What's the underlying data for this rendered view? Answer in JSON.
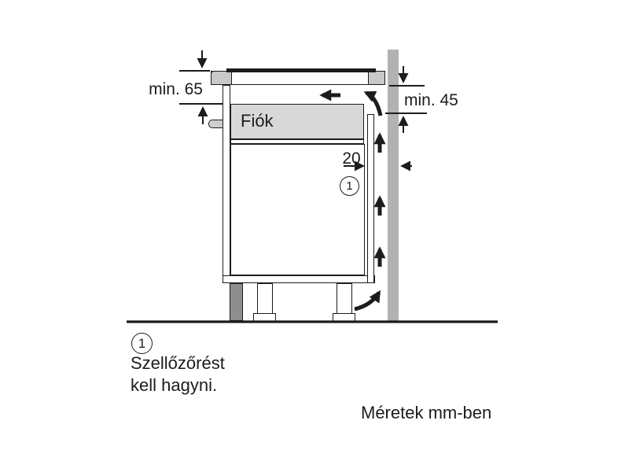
{
  "figure": {
    "kind": "hob-installation-clearance-diagram",
    "drawer_label": "Fiók",
    "dimensions": {
      "top_left": "min. 65",
      "right": "min. 45",
      "rear_gap": "20"
    },
    "callout": {
      "number": "1"
    },
    "footnote": {
      "number": "1",
      "line1": "Szellőzőrést",
      "line2": "kell hagyni."
    },
    "caption": "Méretek mm-ben",
    "colors": {
      "line": "#1c1c1c",
      "wall_fill": "#b2b2b2",
      "worktop_edge_fill": "#c9c9c9",
      "drawer_fill": "#d8d8d8",
      "plinth_fill": "#8e8e8e"
    }
  }
}
